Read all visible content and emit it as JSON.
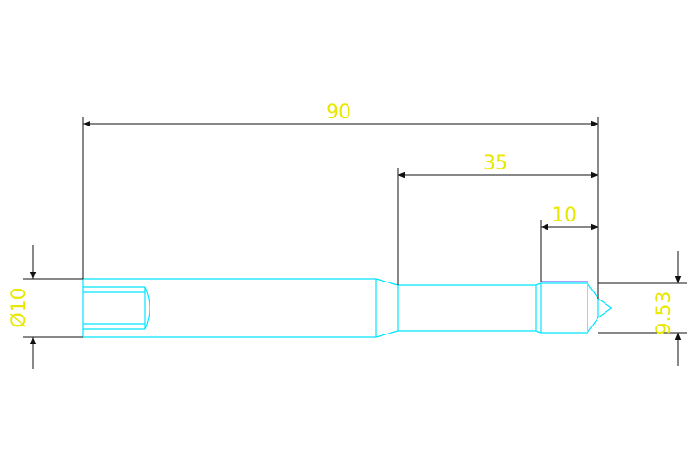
{
  "colors": {
    "background": "#ffffff",
    "part_outline": "#00e5ff",
    "dimension_line": "#111111",
    "dimension_text": "#e8e800",
    "hidden_edge": "#7a5cff"
  },
  "dimensions": {
    "overall_length": "90",
    "step_length": "35",
    "tip_length": "10",
    "left_diameter": "Ø10",
    "right_diameter": "9.53"
  }
}
